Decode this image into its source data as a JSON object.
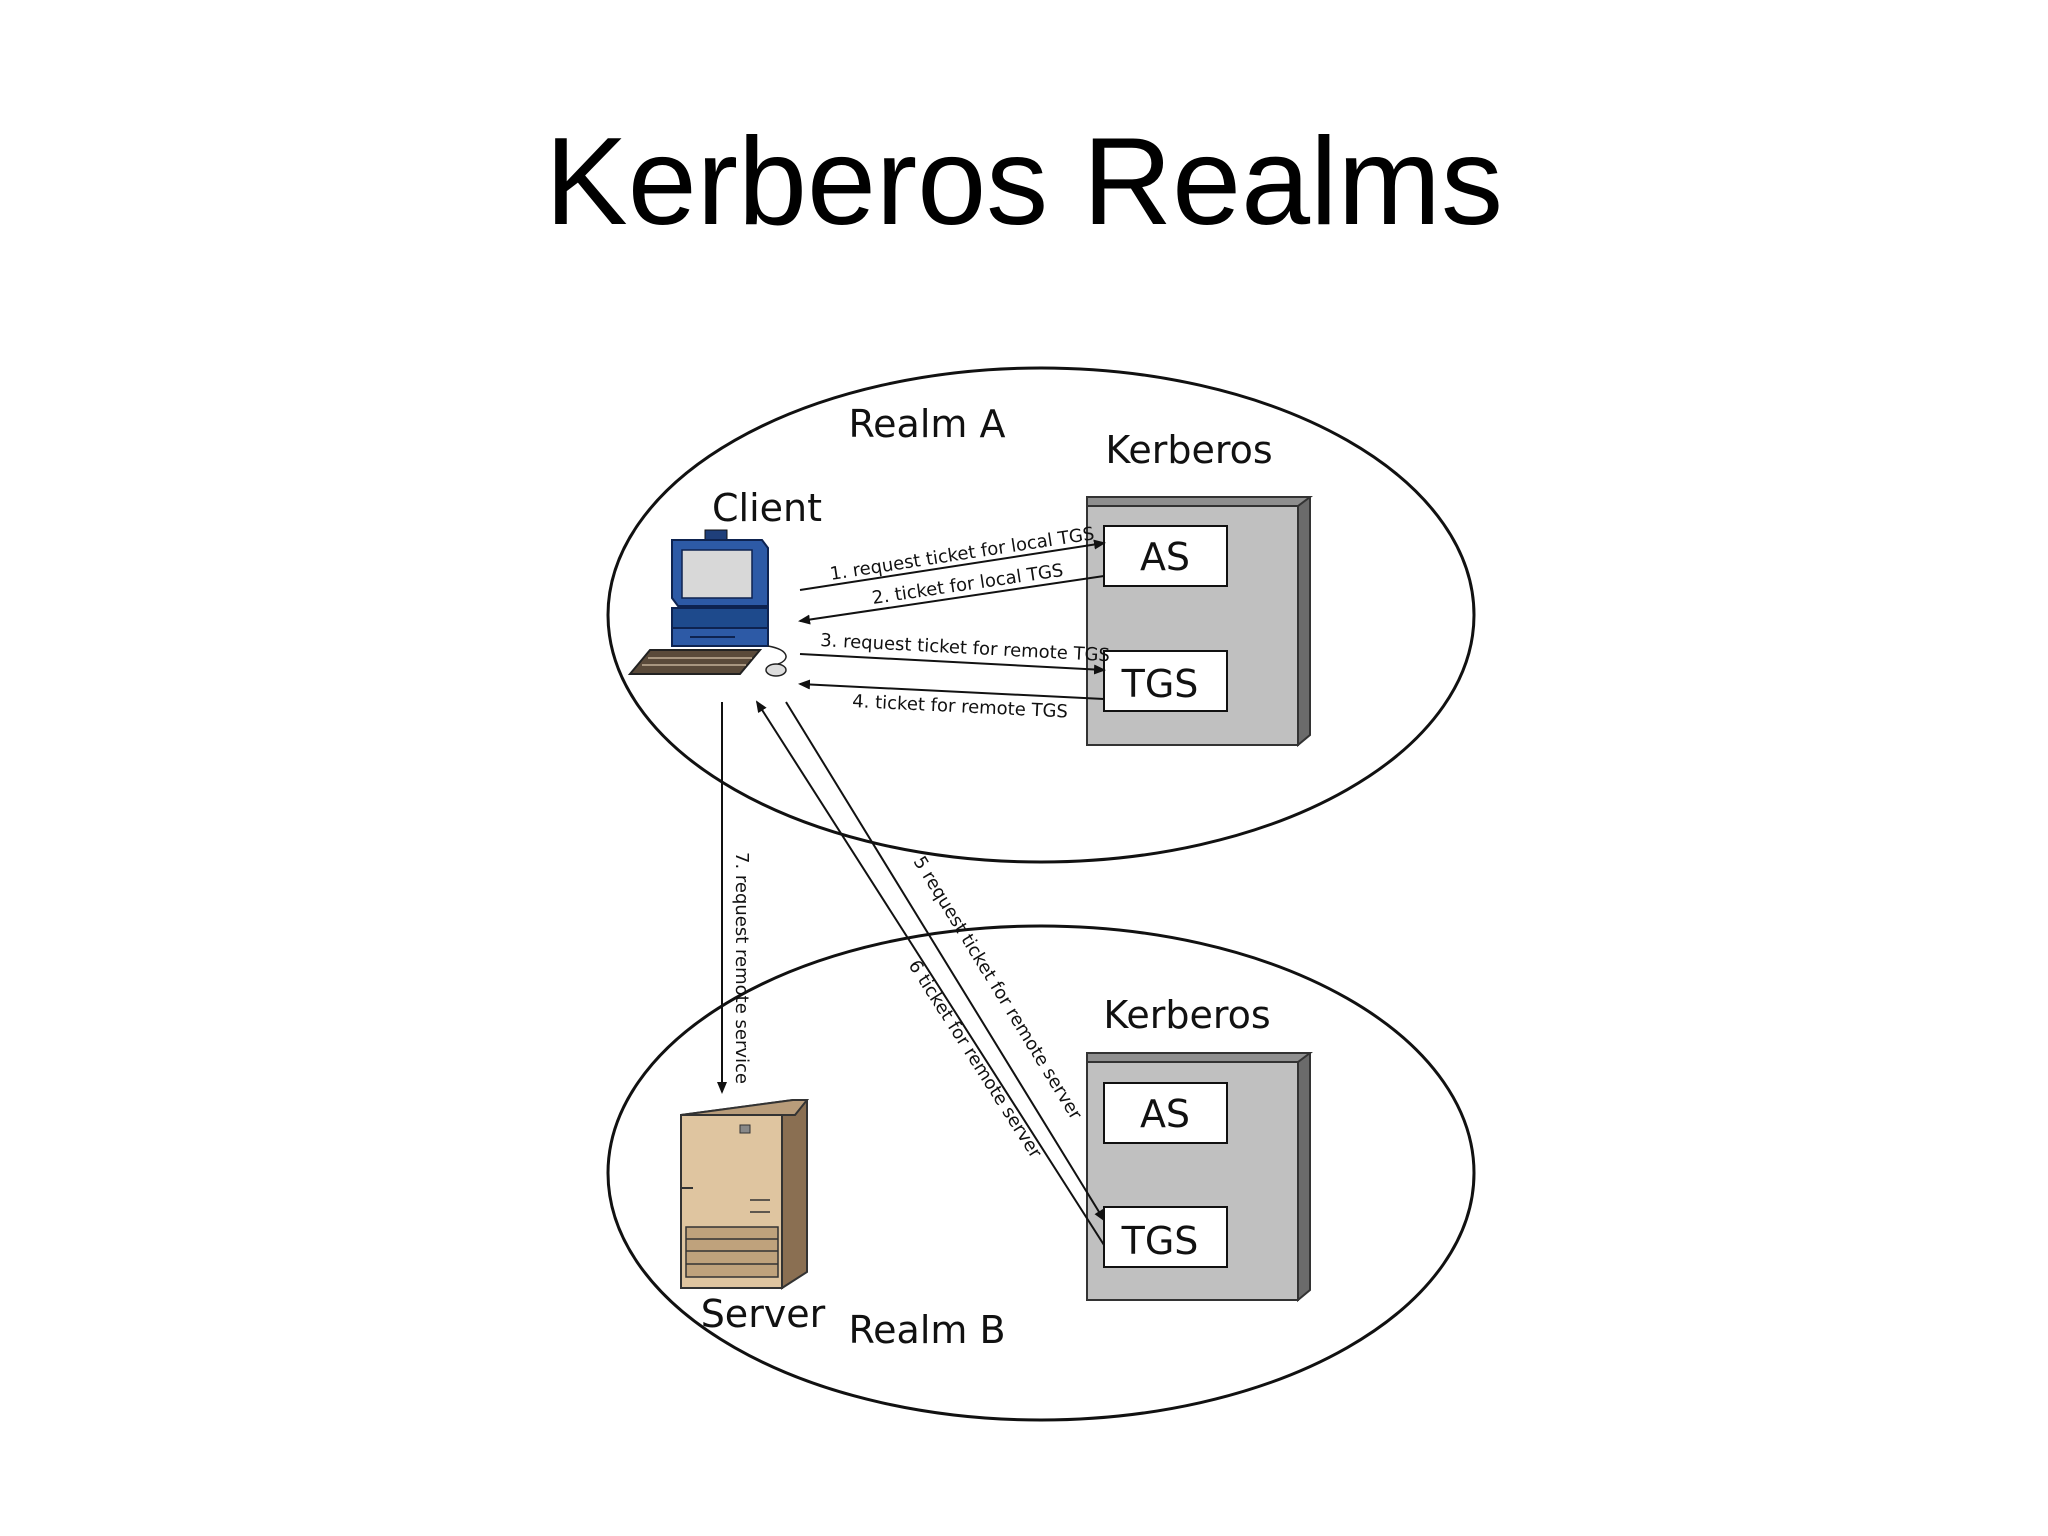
{
  "slide": {
    "title": "Kerberos Realms"
  },
  "realm_a": {
    "name": "Realm A",
    "client_label": "Client",
    "kerberos_label": "Kerberos",
    "as_label": "AS",
    "tgs_label": "TGS"
  },
  "realm_b": {
    "name": "Realm B",
    "server_label": "Server",
    "kerberos_label": "Kerberos",
    "as_label": "AS",
    "tgs_label": "TGS"
  },
  "messages": {
    "m1": "1. request ticket for local TGS",
    "m2": "2. ticket for local TGS",
    "m3": "3. request ticket for remote TGS",
    "m4": "4. ticket for remote TGS",
    "m5": "5 request ticket for remote server",
    "m6": "6 ticket for remote server",
    "m7": "7. request remote service"
  },
  "colors": {
    "kerberos_box": "#c0c0c0",
    "kerberos_side": "#6b6b6b",
    "monitor": "#2d5aa6",
    "server_front": "#dfc5a0",
    "server_side": "#8a6f52"
  }
}
